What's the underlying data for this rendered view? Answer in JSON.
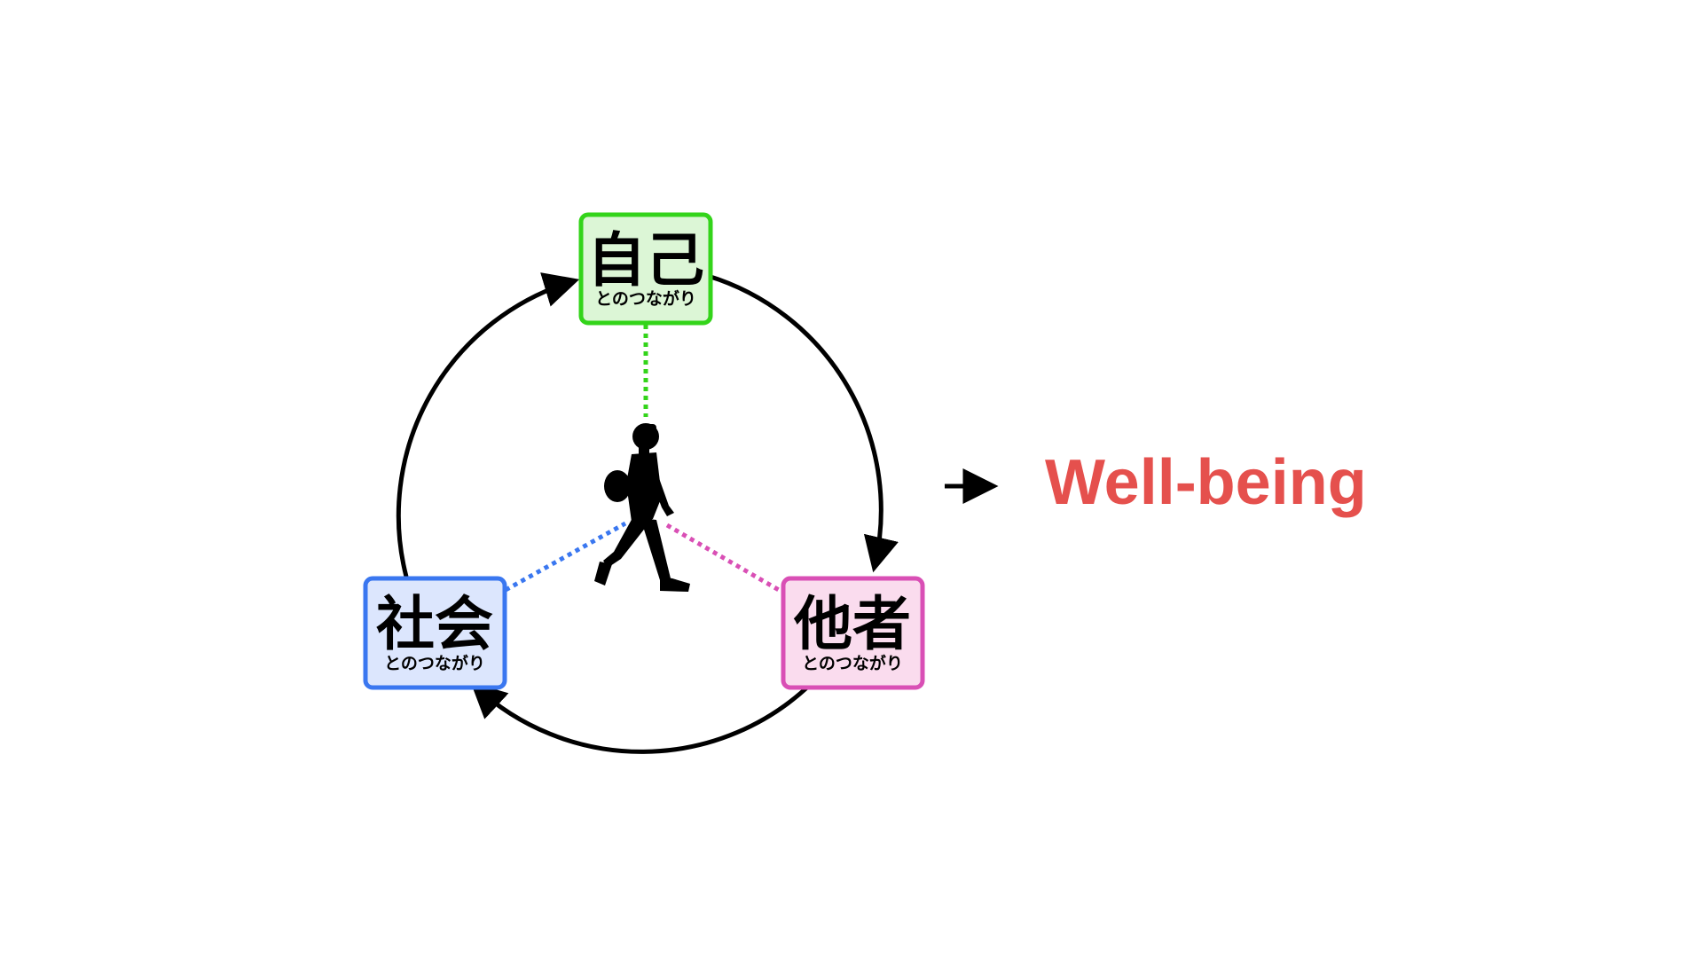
{
  "nodes": {
    "self": {
      "title": "自己",
      "subtitle": "とのつながり",
      "border": "#33d41a",
      "fill": "#dcf6d6",
      "link": "#33d41a"
    },
    "others": {
      "title": "他者",
      "subtitle": "とのつながり",
      "border": "#d94fb5",
      "fill": "#fadcee",
      "link": "#d94fb5"
    },
    "society": {
      "title": "社会",
      "subtitle": "とのつながり",
      "border": "#3a77f0",
      "fill": "#dce6fd",
      "link": "#3a77f0"
    }
  },
  "center": {
    "icon": "walking-person-silhouette-icon"
  },
  "result": {
    "label": "Well-being",
    "color": "#e5504d"
  },
  "colors": {
    "cycle": "#000000",
    "arrow": "#000000"
  }
}
